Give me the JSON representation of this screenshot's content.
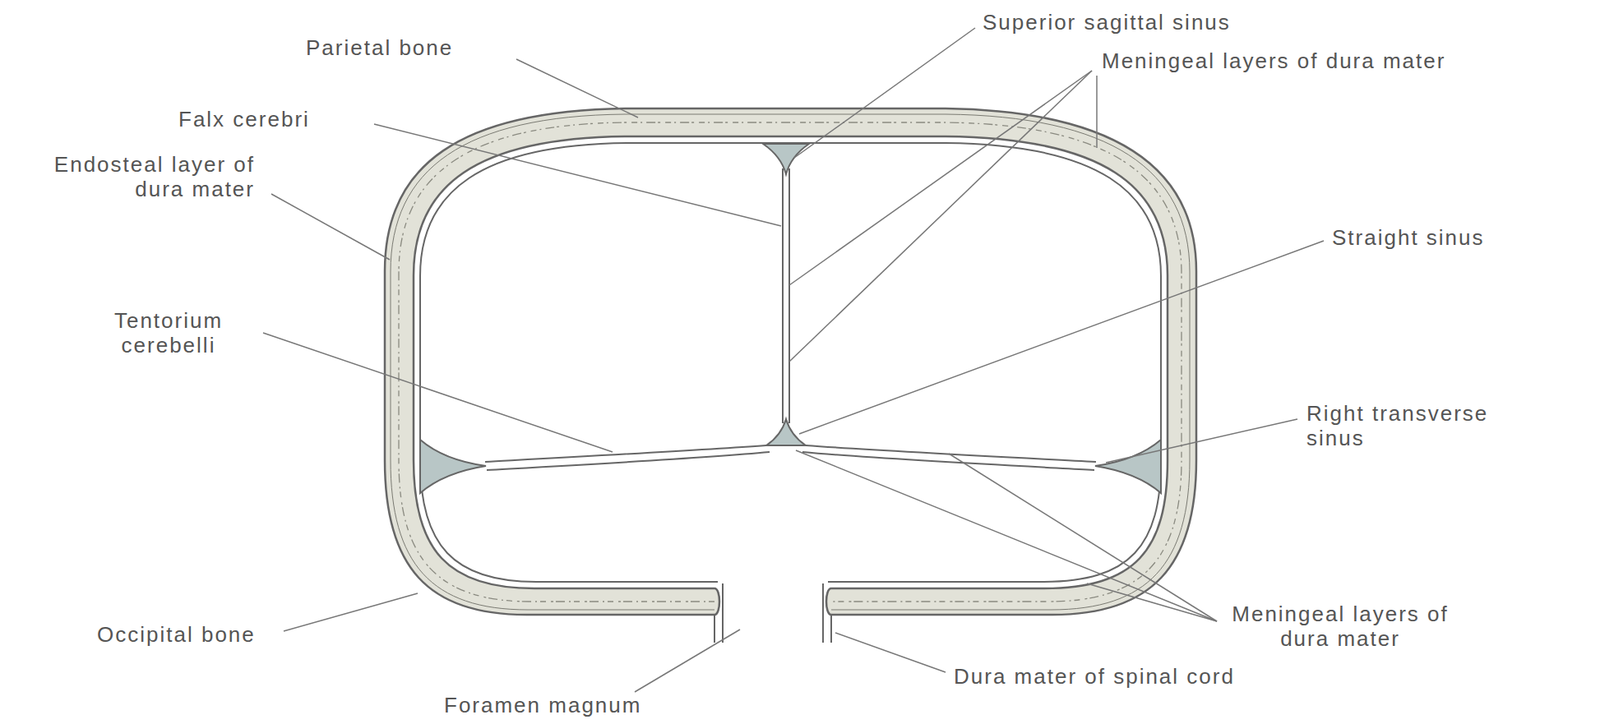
{
  "diagram": {
    "labels": [
      "Parietal bone",
      "Superior sagittal sinus",
      "Meningeal layers of dura mater",
      "Falx cerebri",
      "Endosteal layer of dura mater",
      "Straight sinus",
      "Tentorium cerebelli",
      "Right transverse sinus",
      "Occipital bone",
      "Meningeal layers of dura mater",
      "Dura mater of spinal cord",
      "Foramen magnum"
    ]
  }
}
